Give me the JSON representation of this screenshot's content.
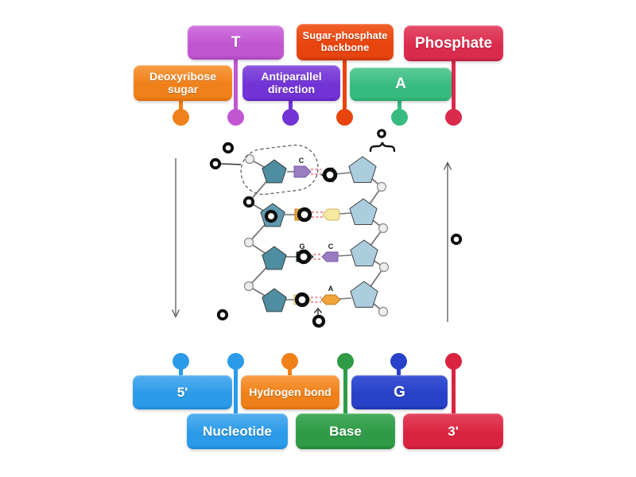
{
  "activity": {
    "kind": "labelled-diagram",
    "background_color": "#ffffff",
    "drop_target_count": 12
  },
  "labels": {
    "t": {
      "text": "T",
      "color": "#c155d2"
    },
    "sugar_phosphate_backbone": {
      "text": "Sugar-phosphate backbone",
      "color": "#e8440e"
    },
    "phosphate": {
      "text": "Phosphate",
      "color": "#da2b4d"
    },
    "deoxyribose_sugar": {
      "text": "Deoxyribose sugar",
      "color": "#f08019"
    },
    "antiparallel_direction": {
      "text": "Antiparallel direction",
      "color": "#7233d6"
    },
    "a": {
      "text": "A",
      "color": "#38bb80"
    },
    "five_prime": {
      "text": "5'",
      "color": "#2b9ae8"
    },
    "hydrogen_bond": {
      "text": "Hydrogen bond",
      "color": "#f08019"
    },
    "g": {
      "text": "G",
      "color": "#2742c8"
    },
    "nucleotide": {
      "text": "Nucleotide",
      "color": "#2b9ae8"
    },
    "base": {
      "text": "Base",
      "color": "#2f9b47"
    },
    "three_prime": {
      "text": "3'",
      "color": "#da2340"
    }
  },
  "diagram": {
    "base_letters": {
      "row1_c": "C",
      "row3_g": "G",
      "row3_c": "C",
      "row4_a": "A"
    },
    "colors": {
      "sugar_pentagon_left": "#4f8da1",
      "sugar_pentagon_right": "#abcddd",
      "base_purple": "#9a7cc0",
      "base_orange": "#f0a43c",
      "base_yellow": "#f7e9a2",
      "base_green": "#2b5f53",
      "hydrogen_bond_dashes": "#e7707a",
      "phosphate_circle": "#ededed",
      "strand_line": "#777777",
      "drop_ring": "#0d0d0d"
    }
  }
}
